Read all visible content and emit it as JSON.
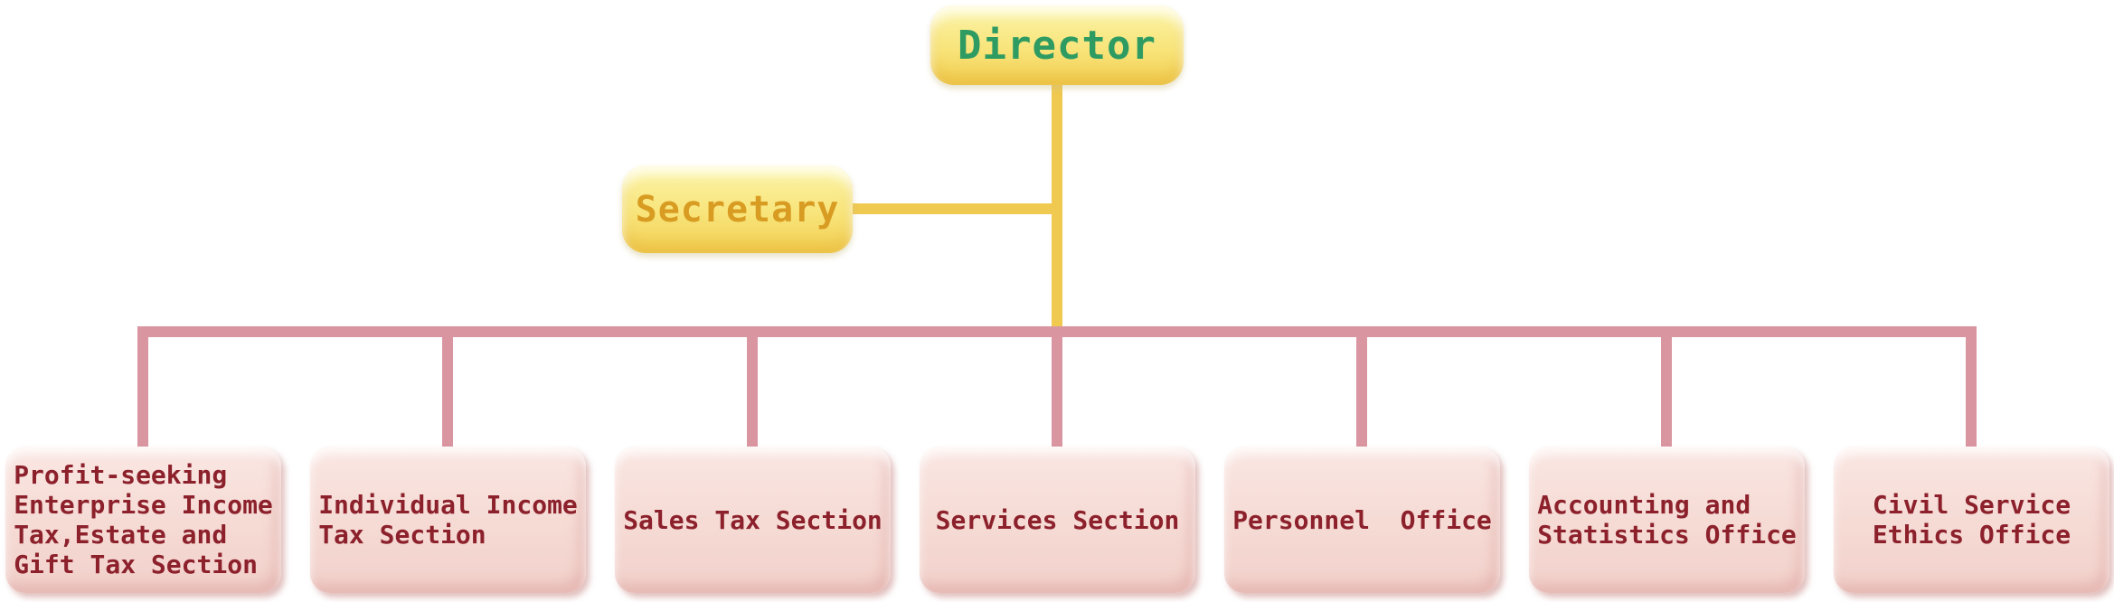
{
  "theme": {
    "yellow-line": "#F0C951",
    "pink-line": "#D996A1",
    "yellow-box-top": "#FBF4A9",
    "yellow-box-bottom": "#F2CE52",
    "pink-box-top": "#FAE7E3",
    "pink-box-bottom": "#F2D0CA",
    "director-text": "#2E9B62",
    "secretary-text": "#D99C22",
    "dept-text": "#8C212C"
  },
  "nodes": {
    "director": {
      "label": "Director"
    },
    "secretary": {
      "label": "Secretary"
    }
  },
  "departments": [
    {
      "label": "Profit-seeking\nEnterprise Income\nTax,Estate and\nGift Tax Section"
    },
    {
      "label": "Individual Income\nTax Section"
    },
    {
      "label": "Sales Tax Section"
    },
    {
      "label": "Services Section"
    },
    {
      "label": "Personnel  Office"
    },
    {
      "label": "Accounting and\nStatistics Office"
    },
    {
      "label": "Civil Service\nEthics Office"
    }
  ]
}
